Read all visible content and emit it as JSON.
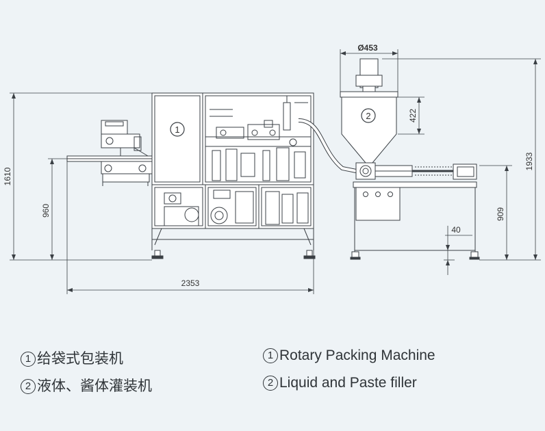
{
  "dimensions": {
    "width": "2353",
    "height_left": "1610",
    "table_left": "960",
    "diameter": "Ø453",
    "hopper_height": "422",
    "total_height": "1933",
    "table_right": "909",
    "foot": "40"
  },
  "callouts": {
    "machine1": "1",
    "machine2": "2"
  },
  "legend": {
    "cn": [
      {
        "num": "1",
        "text": "给袋式包装机"
      },
      {
        "num": "2",
        "text": "液体、酱体灌装机"
      }
    ],
    "en": [
      {
        "num": "1",
        "text": "Rotary Packing Machine"
      },
      {
        "num": "2",
        "text": "Liquid and Paste filler"
      }
    ]
  },
  "colors": {
    "background": "#eef3f6",
    "line": "#3a3f44",
    "fill": "#ffffff"
  }
}
